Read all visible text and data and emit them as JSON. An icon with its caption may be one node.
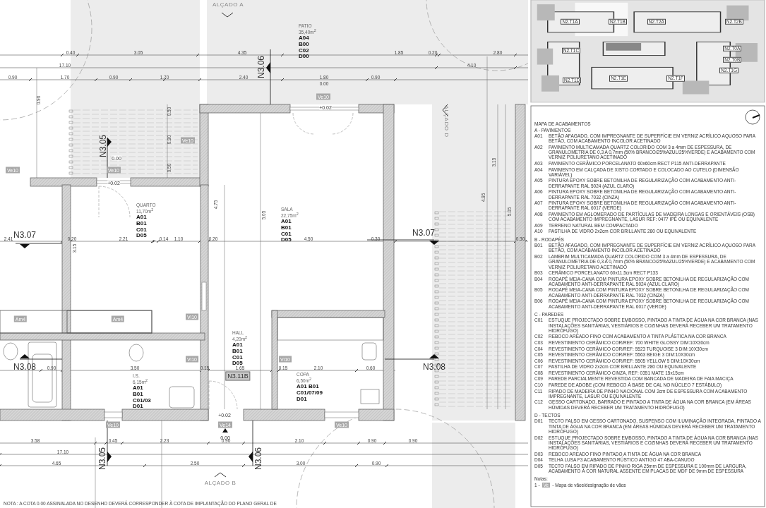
{
  "diagram": {
    "nodes": [
      {
        "text": [
          "PATIO",
          "35,40m$^{2}$",
          "A04 B00 C02 D00"
        ]
      },
      {
        "text": [
          "QUARTO",
          "11,70m$^{2}$",
          "A01 B01 C01 D05"
        ]
      },
      {
        "text": [
          "SALA",
          "22,75m$^{2}$",
          "A01 B01 C01 D05"
        ]
      },
      {
        "text": [
          "HALL",
          "4,20m$^{2}$",
          "A01 B01 C01 D05"
        ]
      },
      {
        "text": [
          "I.S.",
          "6,15m$^{2}$",
          "A01 B01 C01/03 D01"
        ]
      },
      {
        "text": [
          "COPA",
          "6,50m$^{2}$",
          "A01 B01 C01/07/09 D01"
        ]
      }
    ],
    "labels": [
      "ALÇADO A",
      "0.40",
      "3.05",
      "4.35",
      "1.85",
      "0.20",
      "2.80",
      "17.10",
      "4.10",
      "0.90",
      "1.70",
      "0.90",
      "1.70",
      "2.40",
      "1.80",
      "0.90",
      "0.00",
      "N3.06",
      "N3.05",
      "0.00",
      "+0.02",
      "+0.02",
      "Ve10",
      "Ve10",
      "Ve10",
      "Ve10",
      "ALÇADO D",
      "2.41",
      "N3.07",
      "0.20",
      "2.21",
      "0.14",
      "1.10",
      "0.20",
      "4.50",
      "0.30",
      "N3.07",
      "0.30",
      "4.75",
      "5.05",
      "3.15",
      "0.50",
      "0.90",
      "0.50",
      "0.90",
      "4.95",
      "3.15",
      "5.05",
      "Am4",
      "Am4",
      "Vi10",
      "Vi10",
      "Vi10",
      "N3.08",
      "0.90",
      "3.50",
      "0.15",
      "1.65",
      "0.15",
      "2.10",
      "0.60",
      "N3.11B",
      "N3.08",
      "+0.02",
      "Ve10",
      "Ve14",
      "Ve10",
      "0.00",
      "3.58",
      "0.45",
      "2.23",
      "0.90",
      "2.10",
      "0.90",
      "0.90",
      "17.10",
      "4.65",
      "2.50",
      "3.00",
      "0.90",
      "N3.05",
      "N3.06",
      "ALÇADO B",
      "NOTA : A COTA 0.00 ASSINALADA NO DESENHO DEVERÁ CORRESPONDER À COTA DE IMPLANTAÇÃO DO PLANO GERAL DE",
      "N2.T1A",
      "N2.T1B",
      "N2.T2A",
      "N2.T2B",
      "N2.T1C",
      "N2.T0A",
      "N2.T0B",
      "N2.T1G",
      "N2.T1D",
      "N2.T1E",
      "N2.T1F",
      "MAPA DE ACABAMENTOS",
      "A - PAVIMENTOS",
      "A01",
      "BETÃO AFAGADO, COM IMPREGNANTE DE SUPERFÍCIE EM VERNIZ ACRÍLICO AQUOSO PARA BETÃO, COM ACABAMENTO INCOLOR ACETINADO",
      "A02",
      "PAVIMENTO MULTICAMADA QUARTZ COLORIDO COM 3 a 4mm DE ESPESSURA, DE GRANULOMETRIA DE 0,3 A 0,7mm (50% BRANCO/25%AZUL/25%VERDE) E ACABAMENTO COM VERNIZ POLIURETANO ACETINADO",
      "A03",
      "PAVIMENTO CERÂMICO PORCELANATO 60x60cm RECT P115 ANTI-DERRAPANTE",
      "A04",
      "PAVIMENTO EM CALÇADA DE XISTO CORTADO E COLOCADO AO CUTELO (DIMENSÃO VARIÁVEL)",
      "A05",
      "PINTURA EPOXY SOBRE BETONILHA DE REGULARIZAÇÃO COM ACABAMENTO ANTI-DERRAPANTE RAL 5024 (AZUL CLARO)",
      "A06",
      "PINTURA EPOXY SOBRE BETONILHA DE REGULARIZAÇÃO COM ACABAMENTO ANTI-DERRAPANTE RAL 7032 (CINZA)",
      "A07",
      "PINTURA EPOXY SOBRE BETONILHA DE REGULARIZAÇÃO COM ACABAMENTO ANTI-DERRAPANTE RAL 6017 (VERDE)",
      "A08",
      "PAVIMENTO EM AGLOMERADO DE PARTÍCULAS DE MADEIRA LONGAS E ORIENTÁVEIS (OSB) COM ACABAMENTO IMPREGNANTE, LASUR REF: 0477 IPÊ OU EQUIVALENTE",
      "A09",
      "TERRENO NATURAL BEM COMPACTADO",
      "A10",
      "PASTILHA DE VIDRO 2x2cm COR BRILLANTE 280 OU EQUIVALENTE",
      "B - RODAPÉS",
      "B01",
      "BETÃO AFAGADO, COM IMPREGNANTE DE SUPERFÍCIE EM VERNIZ ACRÍLICO AQUOSO PARA BETÃO, COM ACABAMENTO INCOLOR ACETINADO",
      "B02",
      "LAMBRIM MULTICAMADA QUARTZ COLORIDO COM 3 a 4mm DE ESPESSURA, DE GRANULOMETRIA DE 0,3 A 0,7mm (50% BRANCO/25%AZUL/25%VERDE) E ACABAMENTO COM VERNIZ POLIURETANO ACETINADO",
      "B03",
      "CERÂMICO PORCELANATO 60x11,5cm RECT P133",
      "B04",
      "RODAPÉ MEIA-CANA COM PINTURA EPOXY SOBRE BETONILHA DE REGULARIZAÇÃO COM ACABAMENTO ANTI-DERRAPANTE RAL 5024 (AZUL CLARO)",
      "B05",
      "RODAPÉ MEIA-CANA COM PINTURA EPOXY SOBRE BETONILHA DE REGULARIZAÇÃO COM ACABAMENTO ANTI-DERRAPANTE RAL 7032 (CINZA)",
      "B06",
      "RODAPÉ MEIA-CANA COM PINTURA EPOXY SOBRE BETONILHA DE REGULARIZAÇÃO COM ACABAMENTO ANTI-DERRAPANTE RAL 6017 (VERDE)",
      "C - PAREDES",
      "C01",
      "ESTUQUE PROJECTADO SOBRE EMBOSSO, PINTADO A TINTA DE ÁGUA NA COR BRANCA (NAS INSTALAÇÕES SANITÁRIAS, VESTIÁRIOS E COZINHAS DEVERÁ RECEBER UM TRATAMENTO HIDRÓFUGO)",
      "C02",
      "REBOCO AREADO FINO COM ACABAMENTO A TINTA PLÁSTICA NA COR BRANCA",
      "C03",
      "REVESTIMENTO CERÂMICO COR/REF: 700 WHITE GLOSSY DIM:10X30cm",
      "C04",
      "REVESTIMENTO CERÂMICO COR/REF: 5523 TURQUOISE 3 DIM:10X30cm",
      "C05",
      "REVESTIMENTO CERÂMICO COR/REF: 5563 BEIGE 3 DIM:10X30cm",
      "C06",
      "REVESTIMENTO CERÂMICO COR/REF: 5505 YELLOW 5 DIM:10X30cm",
      "C07",
      "PASTILHA DE VIDRO 2x2cm COR BRILLANTE 280 OU EQUIVALENTE",
      "C08",
      "REVESTIMENTO CERÂMICO CINZA, REF: 0351 MATE 15x15cm",
      "C09",
      "PAREDE PARCIALMENTE REVESTIDA COM BANCADA DE MADEIRA DE FAIA MACIÇA",
      "C10",
      "PAREDE DE ADOBE (COM REBOCO À BASE DE CAL NO NÚCLEO 7 ESTÁBULO)",
      "C11",
      "RIPADO DE MADEIRA DE PINHO NACIONAL COM 2cm DE ESPESSURA COM ACABAMENTO IMPREGNANTE, LASUR OU EQUIVALENTE",
      "C12",
      "GESSO CARTONADO, BARRADO E PINTADO A TINTA DE ÁGUA NA COR BRANCA (EM ÁREAS HÚMIDAS DEVERÁ RECEBER UM TRATAMENTO HIDRÓFUGO)",
      "D - TECTOS",
      "D01",
      "TECTO FALSO EM GESSO CARTONADO, SUSPENSO COM ILUMINAÇÃO INTEGRADA, PINTADO A TINTA DE ÁGUA NA COR BRANCA (EM ÁREAS HÚMIDAS DEVERÁ RECEBER UM TRATAMENTO HIDRÓFUGO)",
      "D02",
      "ESTUQUE PROJECTADO SOBRE EMBOSSO, PINTADO A TINTA DE ÁGUA NA COR BRANCA (NAS INSTALAÇÕES SANITÁRIAS, VESTIÁRIOS E COZINHAS DEVERÁ RECEBER UM TRATAMENTO HIDRÓFUGO)",
      "D03",
      "REBOCO AREADO FINO PINTADO A TINTA DE ÁGUA NA COR BRANCA",
      "D04",
      "TELHA LUSA F3 ACABAMENTO RÚSTICO ANTIGO 47 ABA-CANUDO",
      "D05",
      "TECTO FALSO EM RIPADO DE PINHO RIGA 25mm DE ESPESSURA E 100mm DE LARGURA, ACABAMENTO À COR NATURAL ASSENTE EM PLACAS DE MDF DE 9mm DE ESPESSURA",
      "Notas:",
      "1 -",
      "Ve",
      "- Mapa de vãos/designação de vãos"
    ]
  }
}
